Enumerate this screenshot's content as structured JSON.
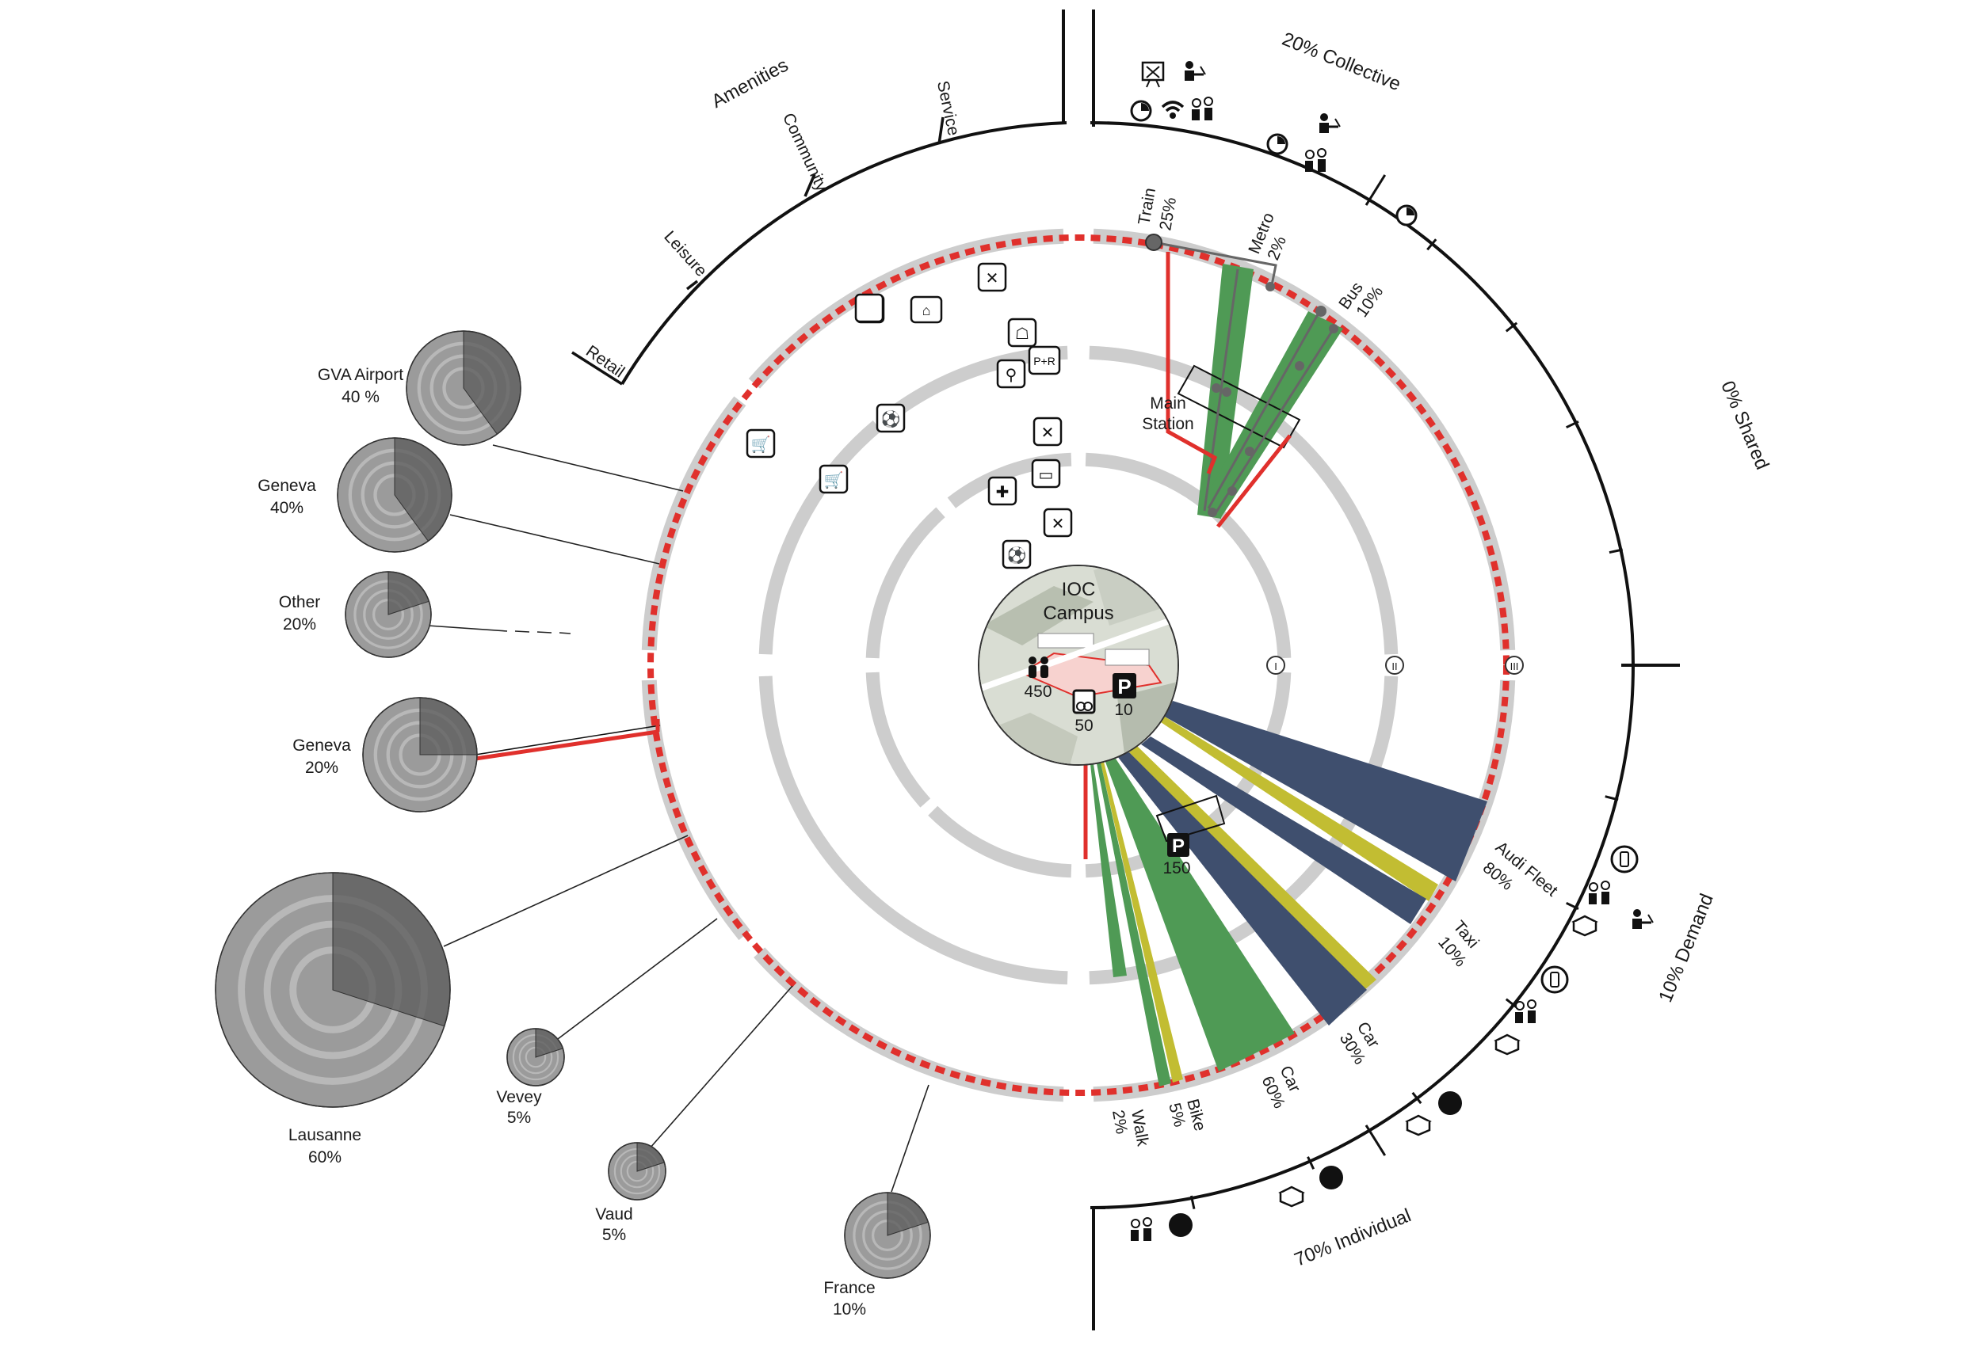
{
  "campus": {
    "title_line1": "IOC",
    "title_line2": "Campus",
    "people_count": "450",
    "bike_count": "50",
    "parking_count": "10"
  },
  "station": {
    "line1": "Main",
    "line2": "Station"
  },
  "parking_lot": {
    "count": "150"
  },
  "ring_markers": [
    "I",
    "II",
    "III"
  ],
  "amenities": {
    "title": "Amenities",
    "categories": [
      "Retail",
      "Leisure",
      "Community",
      "Service"
    ]
  },
  "segments": {
    "collective": "20% Collective",
    "shared": "0% Shared",
    "demand": "10% Demand",
    "individual": "70% Individual"
  },
  "public_transport": [
    {
      "mode": "Train",
      "share": "25%"
    },
    {
      "mode": "Metro",
      "share": "2%"
    },
    {
      "mode": "Bus",
      "share": "10%"
    }
  ],
  "private_transport": [
    {
      "mode": "Audi Fleet",
      "share": "80%"
    },
    {
      "mode": "Taxi",
      "share": "10%"
    },
    {
      "mode": "Car",
      "share": "30%"
    },
    {
      "mode": "Car",
      "share": "60%"
    },
    {
      "mode": "Bike",
      "share": "5%"
    },
    {
      "mode": "Walk",
      "share": "2%"
    }
  ],
  "origins": [
    {
      "name": "GVA Airport",
      "share": "40 %"
    },
    {
      "name": "Geneva",
      "share": "40%"
    },
    {
      "name": "Other",
      "share": "20%"
    },
    {
      "name": "Geneva",
      "share": "20%"
    },
    {
      "name": "Lausanne",
      "share": "60%"
    },
    {
      "name": "Vevey",
      "share": "5%"
    },
    {
      "name": "Vaud",
      "share": "5%"
    },
    {
      "name": "France",
      "share": "10%"
    }
  ],
  "colors": {
    "green": "#4f9a55",
    "navy": "#3f4f6e",
    "yellow": "#c2bd32",
    "red": "#e0302c",
    "ring": "#cdcdcd"
  }
}
